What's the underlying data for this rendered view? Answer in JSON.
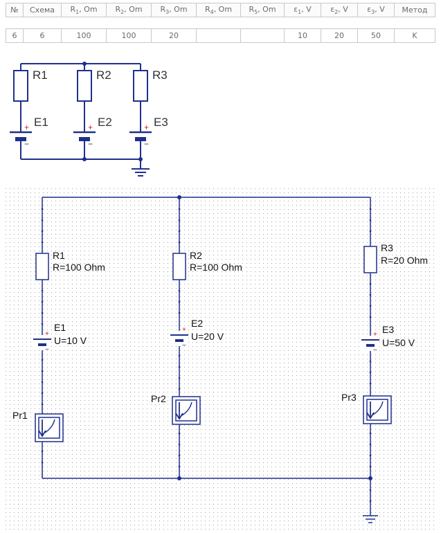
{
  "table": {
    "headers": [
      {
        "main": "№",
        "sub": ""
      },
      {
        "main": "Схема",
        "sub": ""
      },
      {
        "main": "R",
        "sub": "1",
        "tail": ", Om"
      },
      {
        "main": "R",
        "sub": "2",
        "tail": ", Om"
      },
      {
        "main": "R",
        "sub": "3",
        "tail": ", Om"
      },
      {
        "main": "R",
        "sub": "4",
        "tail": ", Om"
      },
      {
        "main": "R",
        "sub": "5",
        "tail": ", Om"
      },
      {
        "main": "ε",
        "sub": "1",
        "tail": ", V"
      },
      {
        "main": "ε",
        "sub": "2",
        "tail": ", V"
      },
      {
        "main": "ε",
        "sub": "3",
        "tail": ", V"
      },
      {
        "main": "Метод",
        "sub": ""
      }
    ],
    "row": [
      "6",
      "6",
      "100",
      "100",
      "20",
      "",
      "",
      "10",
      "20",
      "50",
      "K"
    ]
  },
  "schematic": {
    "r1": "R1",
    "r2": "R2",
    "r3": "R3",
    "e1": "E1",
    "e2": "E2",
    "e3": "E3",
    "plus": "+",
    "minus": "−"
  },
  "sim": {
    "r1_name": "R1",
    "r1_value": "R=100 Ohm",
    "r2_name": "R2",
    "r2_value": "R=100 Ohm",
    "r3_name": "R3",
    "r3_value": "R=20 Ohm",
    "e1_name": "E1",
    "e1_value": "U=10 V",
    "e2_name": "E2",
    "e2_value": "U=20 V",
    "e3_name": "E3",
    "e3_value": "U=50 V",
    "pr1": "Pr1",
    "pr2": "Pr2",
    "pr3": "Pr3",
    "plus": "+",
    "minus": "−"
  },
  "colors": {
    "wire": "#1f2f8c",
    "plus": "#d42020",
    "grid": "#a0a0a0"
  }
}
